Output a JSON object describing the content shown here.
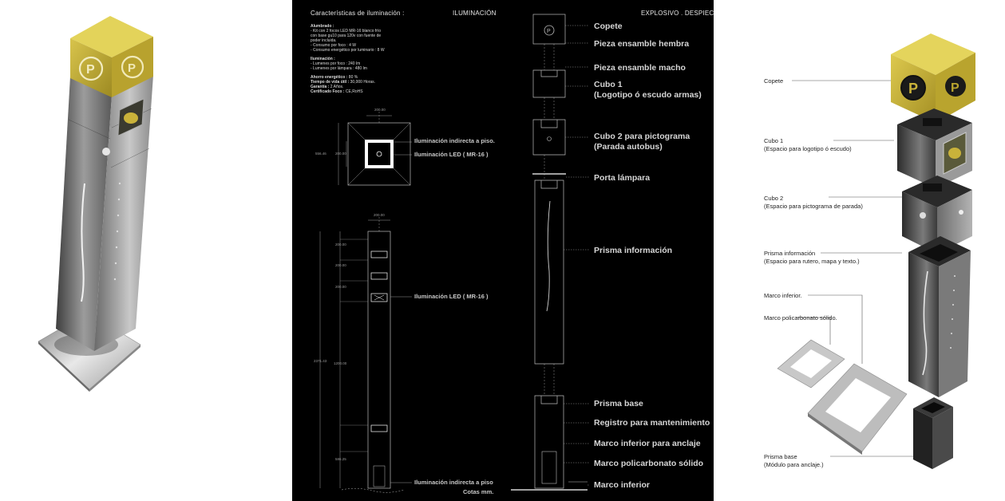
{
  "sheet": {
    "title_left": "Características de iluminación :",
    "title_center": "ILUMINACIÓN",
    "title_right": "EXPLOSIVO . DESPIECE",
    "specs": {
      "alumbrado_heading": "Alumbrado :",
      "alumbrado_lines": [
        "- Kit con 2 focos LED MR-16  blanco frío",
        "con base gu10 para 120v con fuente de",
        "poder incluida.",
        "- Consumo por foco : 4 W",
        "- Consumo energético por luminario : 8 W"
      ],
      "iluminacion_heading": "Iluminación :",
      "iluminacion_lines": [
        "- Lumenes por foco : 240 lm",
        "- Lumenes por lámpara : 480 lm"
      ],
      "ahorro_label": "Ahorro energético :",
      "ahorro_value": "80 %",
      "vida_label": "Tiempo de vida útil :",
      "vida_value": "30,000 Horas.",
      "garantia_label": "Garantía :",
      "garantia_value": "2 Años.",
      "certificado_label": "Certificado Foco :",
      "certificado_value": "CE,RoHS"
    },
    "plan": {
      "dim_top": "200.00",
      "dim_outer": "556.46",
      "dim_inner": "200.00",
      "label_indirect": "Iluminación indirecta a piso.",
      "label_led": "Iluminación LED ( MR-16 )"
    },
    "elevation": {
      "dim_top": "200.00",
      "dim_a": "200.00",
      "dim_b": "200.00",
      "dim_c": "200.00",
      "dim_total": "2371.43",
      "dim_mid": "1200.00",
      "dim_base": "586.25",
      "label_led": "Iluminación LED ( MR-16 )",
      "label_indirect": "Iluminación indirecta a piso",
      "units": "Cotas mm."
    },
    "exploded_labels": [
      {
        "id": "copete",
        "text": "Copete"
      },
      {
        "id": "pieza-hembra",
        "text": "Pieza ensamble hembra"
      },
      {
        "id": "pieza-macho",
        "text": "Pieza ensamble macho"
      },
      {
        "id": "cubo1",
        "text": "Cubo 1"
      },
      {
        "id": "cubo1-sub",
        "text": "(Logotipo ó escudo armas)"
      },
      {
        "id": "cubo2",
        "text": "Cubo 2 para pictograma"
      },
      {
        "id": "cubo2-sub",
        "text": "(Parada autobus)"
      },
      {
        "id": "porta",
        "text": "Porta lámpara"
      },
      {
        "id": "prisma-info",
        "text": "Prisma información"
      },
      {
        "id": "prisma-base",
        "text": "Prisma base"
      },
      {
        "id": "registro",
        "text": "Registro para mantenimiento"
      },
      {
        "id": "marco-anclaje",
        "text": "Marco inferior para anclaje"
      },
      {
        "id": "marco-policarb",
        "text": "Marco policarbonato sólido"
      },
      {
        "id": "marco-inferior",
        "text": "Marco inferior"
      }
    ]
  },
  "right": {
    "labels": [
      {
        "id": "copete",
        "lines": [
          "Copete"
        ]
      },
      {
        "id": "cubo1",
        "lines": [
          "Cubo 1",
          "(Espacio para logotipo ó escudo)"
        ]
      },
      {
        "id": "cubo2",
        "lines": [
          "Cubo 2",
          "(Espacio para pictograma de parada)"
        ]
      },
      {
        "id": "prisma-info",
        "lines": [
          "Prisma información",
          "(Espacio para rutero, mapa y texto.)"
        ]
      },
      {
        "id": "marco-inf",
        "lines": [
          "Marco inferior."
        ]
      },
      {
        "id": "marco-poli",
        "lines": [
          "Marco policarbonato sólido."
        ]
      },
      {
        "id": "prisma-base",
        "lines": [
          "Prisma base",
          "(Módulo para anclaje.)"
        ]
      }
    ]
  },
  "colors": {
    "cap_gold": "#c9b23a",
    "cap_gold_dark": "#8f7d1e",
    "metal_light": "#b9b9b9",
    "metal_dark": "#4a4a4a",
    "sheet_bg": "#000000"
  },
  "icons": [
    "parking-p-icon",
    "logo-emblem-icon",
    "flower-pictogram-icon"
  ]
}
